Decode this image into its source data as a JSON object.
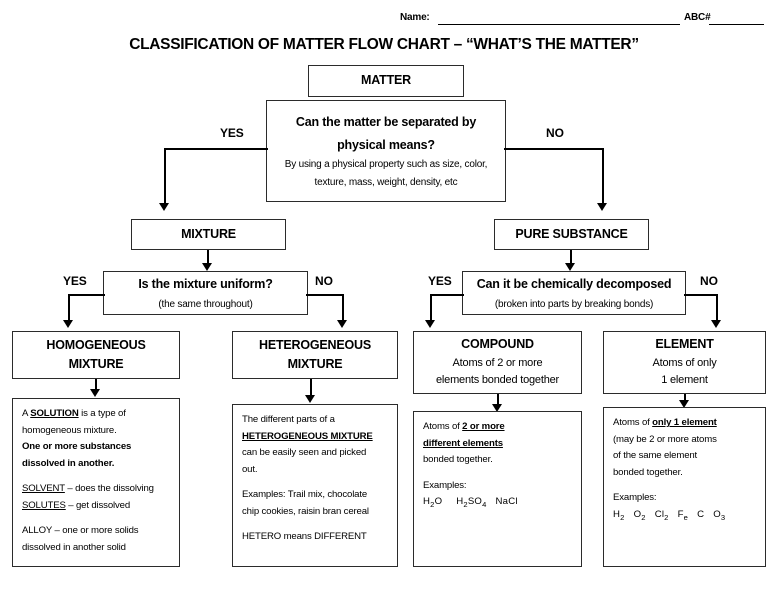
{
  "header": {
    "name_label": "Name:",
    "abc_label": "ABC#"
  },
  "title": "CLASSIFICATION OF MATTER FLOW CHART – “WHAT’S THE MATTER”",
  "nodes": {
    "matter": "MATTER",
    "q1_main": "Can the matter be separated by",
    "q1_main2": "physical means?",
    "q1_sub1": "By using a physical property such as size, color,",
    "q1_sub2": "texture, mass, weight, density, etc",
    "mixture": "MIXTURE",
    "pure_substance": "PURE SUBSTANCE",
    "q2_main": "Is the mixture uniform?",
    "q2_sub": "(the same throughout)",
    "q3_main": "Can it be chemically decomposed",
    "q3_sub": "(broken into parts by breaking bonds)",
    "homogeneous_1": "HOMOGENEOUS",
    "homogeneous_2": "MIXTURE",
    "heterogeneous_1": "HETEROGENEOUS",
    "heterogeneous_2": "MIXTURE",
    "compound_title": "COMPOUND",
    "compound_sub1": "Atoms of 2 or more",
    "compound_sub2": "elements bonded together",
    "element_title": "ELEMENT",
    "element_sub1": "Atoms of only",
    "element_sub2": "1 element"
  },
  "branch_labels": {
    "yes1": "YES",
    "no1": "NO",
    "yes2": "YES",
    "no2": "NO",
    "yes3": "YES",
    "no3": "NO"
  },
  "details": {
    "solution": {
      "l1_a": "A ",
      "l1_b": "SOLUTION",
      "l1_c": " is a type of",
      "l2": "homogeneous mixture.",
      "l3": "One or more substances",
      "l4": "dissolved in another.",
      "l5_a": "SOLVENT",
      "l5_b": " – does the dissolving",
      "l6_a": "SOLUTES",
      "l6_b": " – get dissolved",
      "l7": "ALLOY – one or more solids",
      "l8": "dissolved in another solid"
    },
    "heterogeneous": {
      "l1": "The different parts of a",
      "l2": "HETEROGENEOUS MIXTURE",
      "l3": "can be easily seen and picked",
      "l4": "out.",
      "l5": "Examples: Trail mix, chocolate",
      "l6": "chip cookies, raisin bran cereal",
      "l7": "HETERO means DIFFERENT"
    },
    "compound": {
      "l1_a": "Atoms of ",
      "l1_b": "2 or more",
      "l2": "different elements",
      "l3": "bonded together.",
      "l4": "Examples:",
      "formulas": [
        {
          "base": "H",
          "sub": "2",
          "tail": "O"
        },
        {
          "base": "H",
          "sub": "2",
          "tail": "SO",
          "tail_sub": "4"
        },
        {
          "base": "NaCl",
          "sub": "",
          "tail": ""
        }
      ]
    },
    "element": {
      "l1_a": "Atoms of ",
      "l1_b": "only 1 element",
      "l2": "(may be 2 or more atoms",
      "l3": "of the same element",
      "l4": "bonded together.",
      "l5": "Examples:",
      "formulas": [
        {
          "base": "H",
          "sub": "2"
        },
        {
          "base": "O",
          "sub": "2"
        },
        {
          "base": "Cl",
          "sub": "2"
        },
        {
          "base": "F",
          "sub": "e"
        },
        {
          "base": "C",
          "sub": ""
        },
        {
          "base": "O",
          "sub": "3"
        }
      ]
    }
  },
  "colors": {
    "ink": "#000000",
    "box_border": "#2b2b2b",
    "background": "#ffffff"
  }
}
